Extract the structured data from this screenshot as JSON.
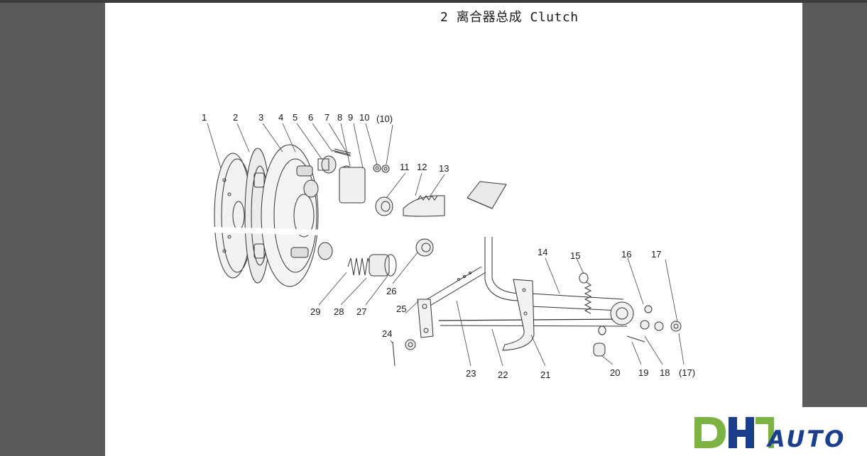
{
  "document": {
    "title": "2 离合器总成 Clutch"
  },
  "callouts": [
    {
      "id": "c1",
      "text": "1"
    },
    {
      "id": "c2",
      "text": "2"
    },
    {
      "id": "c3",
      "text": "3"
    },
    {
      "id": "c4",
      "text": "4"
    },
    {
      "id": "c5",
      "text": "5"
    },
    {
      "id": "c6",
      "text": "6"
    },
    {
      "id": "c7",
      "text": "7"
    },
    {
      "id": "c8",
      "text": "8"
    },
    {
      "id": "c9",
      "text": "9"
    },
    {
      "id": "c10",
      "text": "10"
    },
    {
      "id": "c10b",
      "text": "(10)"
    },
    {
      "id": "c11",
      "text": "11"
    },
    {
      "id": "c12",
      "text": "12"
    },
    {
      "id": "c13",
      "text": "13"
    },
    {
      "id": "c14",
      "text": "14"
    },
    {
      "id": "c15",
      "text": "15"
    },
    {
      "id": "c16",
      "text": "16"
    },
    {
      "id": "c17",
      "text": "17"
    },
    {
      "id": "c17b",
      "text": "(17)"
    },
    {
      "id": "c18",
      "text": "18"
    },
    {
      "id": "c19",
      "text": "19"
    },
    {
      "id": "c20",
      "text": "20"
    },
    {
      "id": "c21",
      "text": "21"
    },
    {
      "id": "c22",
      "text": "22"
    },
    {
      "id": "c23",
      "text": "23"
    },
    {
      "id": "c24",
      "text": "24"
    },
    {
      "id": "c25",
      "text": "25"
    },
    {
      "id": "c26",
      "text": "26"
    },
    {
      "id": "c27",
      "text": "27"
    },
    {
      "id": "c28",
      "text": "28"
    },
    {
      "id": "c29",
      "text": "29"
    }
  ],
  "watermark": {
    "logo_text": "AUTO",
    "brand_colors": {
      "green": "#7cb342",
      "blue": "#1b3f8b"
    }
  }
}
